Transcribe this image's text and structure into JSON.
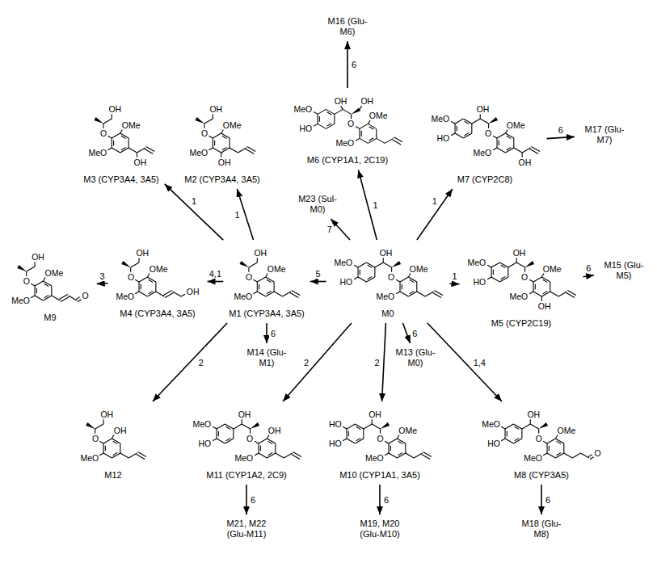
{
  "diagram": {
    "nodes": [
      {
        "text": [
          "M16 (Glu-M6)"
        ]
      },
      {
        "text": [
          "M3 (CYP3A4, 3A5)",
          "OH",
          "O",
          "OMe",
          "MeO",
          "OH"
        ]
      },
      {
        "text": [
          "M2 (CYP3A4, 3A5)",
          "OH",
          "O",
          "OMe",
          "MeO",
          "OH"
        ]
      },
      {
        "text": [
          "M6 (CYP1A1, 2C19)",
          "MeO",
          "HO",
          "OH",
          "OH",
          "O",
          "OMe",
          "MeO"
        ]
      },
      {
        "text": [
          "M7 (CYP2C8)",
          "MeO",
          "HO",
          "OH",
          "O",
          "OMe",
          "MeO",
          "OH"
        ]
      },
      {
        "text": [
          "M17 (Glu-M7)"
        ]
      },
      {
        "text": [
          "M23 (Sul-M0)"
        ]
      },
      {
        "text": [
          "M9",
          "OH",
          "O",
          "OMe",
          "MeO",
          "O"
        ]
      },
      {
        "text": [
          "M4 (CYP3A4, 3A5)",
          "OH",
          "O",
          "OMe",
          "MeO",
          "OH"
        ]
      },
      {
        "text": [
          "M1 (CYP3A4, 3A5)",
          "OH",
          "O",
          "OMe",
          "MeO"
        ]
      },
      {
        "text": [
          "M0",
          "MeO",
          "HO",
          "OH",
          "O",
          "OMe",
          "MeO"
        ]
      },
      {
        "text": [
          "M5 (CYP2C19)",
          "MeO",
          "HO",
          "OH",
          "O",
          "OMe",
          "MeO",
          "OH"
        ]
      },
      {
        "text": [
          "M15 (Glu-M5)"
        ]
      },
      {
        "text": [
          "M14 (Glu-M1)"
        ]
      },
      {
        "text": [
          "M13 (Glu-M0)"
        ]
      },
      {
        "text": [
          "M12",
          "OH",
          "O",
          "OH",
          "MeO"
        ]
      },
      {
        "text": [
          "M11 (CYP1A2, 2C9)",
          "MeO",
          "HO",
          "OH",
          "O",
          "OH",
          "MeO"
        ]
      },
      {
        "text": [
          "M10 (CYP1A1, 3A5)",
          "HO",
          "HO",
          "OH",
          "O",
          "OMe",
          "MeO"
        ]
      },
      {
        "text": [
          "M8 (CYP3A5)",
          "MeO",
          "HO",
          "OH",
          "O",
          "OMe",
          "MeO",
          "O"
        ]
      },
      {
        "text": [
          "M21, M22 (Glu-M11)"
        ]
      },
      {
        "text": [
          "M19, M20 (Glu-M10)"
        ]
      },
      {
        "text": [
          "M18 (Glu-M8)"
        ]
      }
    ],
    "edges": [
      {
        "from": 10,
        "to": 9,
        "arrow": "to",
        "label": "5"
      },
      {
        "from": 10,
        "to": 3,
        "arrow": "to",
        "label": "1"
      },
      {
        "from": 10,
        "to": 4,
        "arrow": "to",
        "label": "1"
      },
      {
        "from": 10,
        "to": 11,
        "arrow": "to",
        "label": "1"
      },
      {
        "from": 10,
        "to": 6,
        "arrow": "to",
        "label": "7"
      },
      {
        "from": 10,
        "to": 14,
        "arrow": "to",
        "label": "6"
      },
      {
        "from": 10,
        "to": 18,
        "arrow": "to",
        "label": "1,4"
      },
      {
        "from": 10,
        "to": 17,
        "arrow": "to",
        "label": "2"
      },
      {
        "from": 10,
        "to": 16,
        "arrow": "to",
        "label": "2"
      },
      {
        "from": 9,
        "to": 1,
        "arrow": "to",
        "label": "1"
      },
      {
        "from": 9,
        "to": 2,
        "arrow": "to",
        "label": "1"
      },
      {
        "from": 9,
        "to": 8,
        "arrow": "to",
        "label": "4,1"
      },
      {
        "from": 8,
        "to": 7,
        "arrow": "to",
        "label": "3"
      },
      {
        "from": 9,
        "to": 15,
        "arrow": "to",
        "label": "2"
      },
      {
        "from": 9,
        "to": 13,
        "arrow": "to",
        "label": "6"
      },
      {
        "from": 3,
        "to": 0,
        "arrow": "to",
        "label": "6"
      },
      {
        "from": 4,
        "to": 5,
        "arrow": "to",
        "label": "6"
      },
      {
        "from": 11,
        "to": 12,
        "arrow": "to",
        "label": "6"
      },
      {
        "from": 16,
        "to": 19,
        "arrow": "to",
        "label": "6"
      },
      {
        "from": 17,
        "to": 20,
        "arrow": "to",
        "label": "6"
      },
      {
        "from": 18,
        "to": 21,
        "arrow": "to",
        "label": "6"
      }
    ]
  }
}
